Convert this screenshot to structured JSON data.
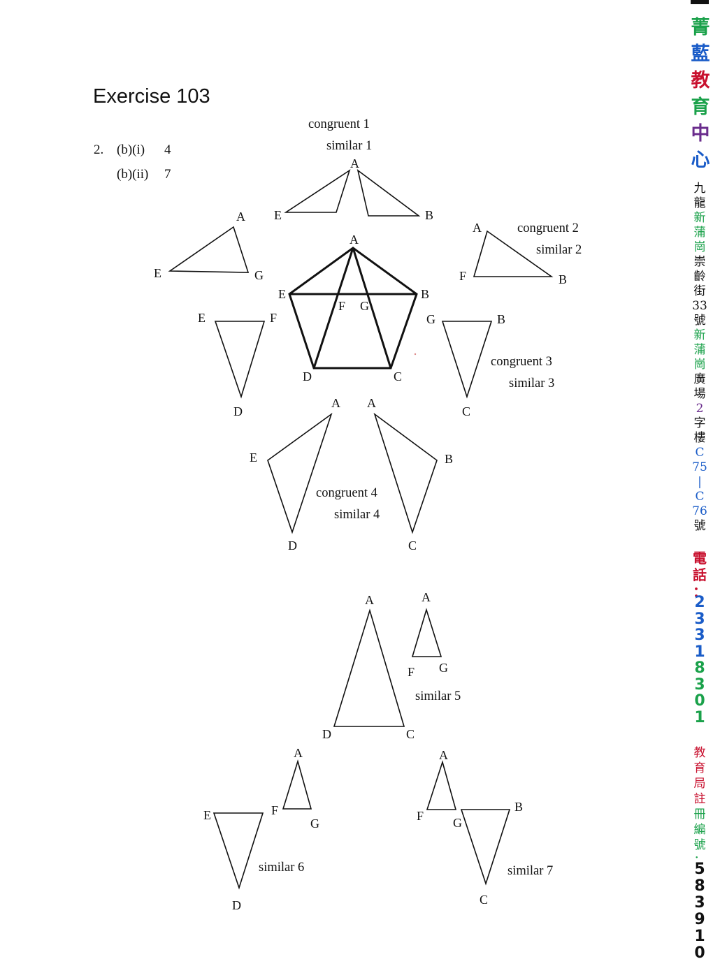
{
  "title": "Exercise 103",
  "answers": {
    "q_number": "2.",
    "line1_label": "(b)(i)",
    "line1_value": "4",
    "line2_label": "(b)(ii)",
    "line2_value": "7"
  },
  "captions": {
    "congruent1": "congruent 1",
    "similar1": "similar 1",
    "congruent2": "congruent 2",
    "similar2": "similar 2",
    "congruent3": "congruent 3",
    "similar3": "similar 3",
    "congruent4": "congruent 4",
    "similar4": "similar 4",
    "similar5": "similar 5",
    "similar6": "similar 6",
    "similar7": "similar 7"
  },
  "points": {
    "A": "A",
    "B": "B",
    "C": "C",
    "D": "D",
    "E": "E",
    "F": "F",
    "G": "G"
  },
  "sidebar": {
    "name_chars": [
      "菁",
      "藍",
      "教",
      "育",
      "中",
      "心"
    ],
    "address_chars": [
      "九",
      "龍",
      "新",
      "蒲",
      "崗",
      "崇",
      "齡",
      "街",
      "33",
      "號",
      "新",
      "蒲",
      "崗",
      "廣",
      "場",
      "2",
      "字",
      "樓",
      "C",
      "75",
      "|",
      "C",
      "76",
      "號"
    ],
    "phone_label_chars": [
      "電",
      "話",
      "："
    ],
    "phone_digits": [
      "2",
      "3",
      "3",
      "1",
      "8",
      "3",
      "0",
      "1"
    ],
    "reg_label_chars": [
      "教",
      "育",
      "局",
      "註",
      "冊",
      "編",
      "號",
      "："
    ],
    "reg_digits": [
      "5",
      "8",
      "3",
      "9",
      "1",
      "0"
    ],
    "colors": {
      "green": "#1aa14a",
      "blue": "#1a5cc8",
      "red": "#c8102e",
      "purple": "#6a2c8c",
      "black": "#111111"
    }
  }
}
